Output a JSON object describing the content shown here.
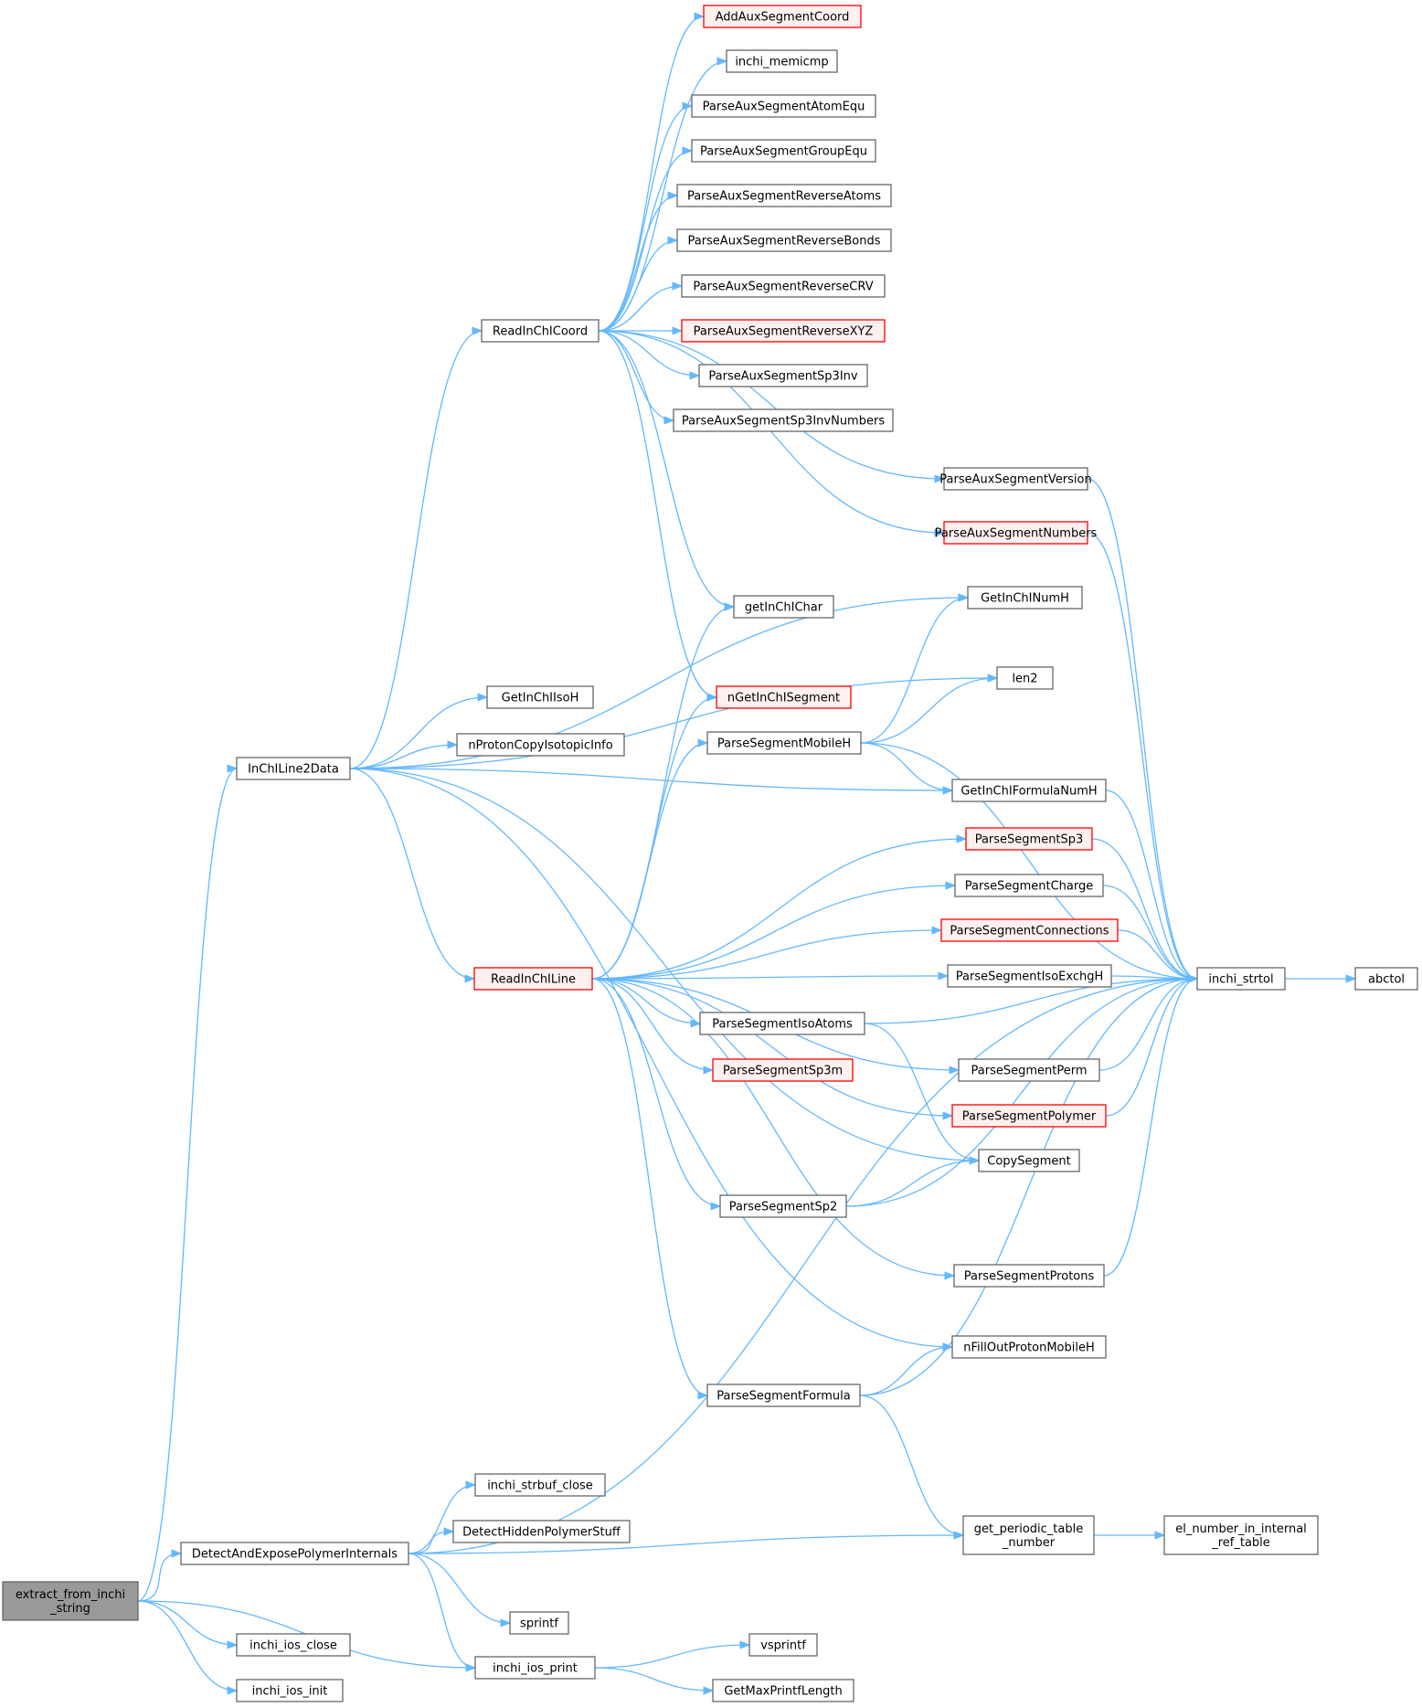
{
  "nodes": [
    {
      "id": "extract",
      "lines": [
        "extract_from_inchi",
        "_string"
      ],
      "style": "root"
    },
    {
      "id": "line2data",
      "lines": [
        "InChILine2Data"
      ],
      "style": "normal"
    },
    {
      "id": "detect",
      "lines": [
        "DetectAndExposePolymerInternals"
      ],
      "style": "normal"
    },
    {
      "id": "ios_close",
      "lines": [
        "inchi_ios_close"
      ],
      "style": "normal"
    },
    {
      "id": "ios_init",
      "lines": [
        "inchi_ios_init"
      ],
      "style": "normal"
    },
    {
      "id": "ios_print",
      "lines": [
        "inchi_ios_print"
      ],
      "style": "normal"
    },
    {
      "id": "readcoord",
      "lines": [
        "ReadInChICoord"
      ],
      "style": "normal"
    },
    {
      "id": "readline",
      "lines": [
        "ReadInChILine"
      ],
      "style": "red"
    },
    {
      "id": "isoh",
      "lines": [
        "GetInChIIsoH"
      ],
      "style": "normal"
    },
    {
      "id": "nproton",
      "lines": [
        "nProtonCopyIsotopicInfo"
      ],
      "style": "normal"
    },
    {
      "id": "strbuf_close",
      "lines": [
        "inchi_strbuf_close"
      ],
      "style": "normal"
    },
    {
      "id": "hidden",
      "lines": [
        "DetectHiddenPolymerStuff"
      ],
      "style": "normal"
    },
    {
      "id": "sprintf",
      "lines": [
        "sprintf"
      ],
      "style": "normal"
    },
    {
      "id": "addaux",
      "lines": [
        "AddAuxSegmentCoord"
      ],
      "style": "red"
    },
    {
      "id": "memicmp",
      "lines": [
        "inchi_memicmp"
      ],
      "style": "normal"
    },
    {
      "id": "atomequ",
      "lines": [
        "ParseAuxSegmentAtomEqu"
      ],
      "style": "normal"
    },
    {
      "id": "groupequ",
      "lines": [
        "ParseAuxSegmentGroupEqu"
      ],
      "style": "normal"
    },
    {
      "id": "revatoms",
      "lines": [
        "ParseAuxSegmentReverseAtoms"
      ],
      "style": "normal"
    },
    {
      "id": "revbonds",
      "lines": [
        "ParseAuxSegmentReverseBonds"
      ],
      "style": "normal"
    },
    {
      "id": "revcrv",
      "lines": [
        "ParseAuxSegmentReverseCRV"
      ],
      "style": "normal"
    },
    {
      "id": "revxyz",
      "lines": [
        "ParseAuxSegmentReverseXYZ"
      ],
      "style": "red"
    },
    {
      "id": "sp3inv",
      "lines": [
        "ParseAuxSegmentSp3Inv"
      ],
      "style": "normal"
    },
    {
      "id": "sp3invnum",
      "lines": [
        "ParseAuxSegmentSp3InvNumbers"
      ],
      "style": "normal"
    },
    {
      "id": "getchar",
      "lines": [
        "getInChIChar"
      ],
      "style": "normal"
    },
    {
      "id": "ngetseg",
      "lines": [
        "nGetInChISegment"
      ],
      "style": "red"
    },
    {
      "id": "mobileh",
      "lines": [
        "ParseSegmentMobileH"
      ],
      "style": "normal"
    },
    {
      "id": "isoatoms",
      "lines": [
        "ParseSegmentIsoAtoms"
      ],
      "style": "normal"
    },
    {
      "id": "sp3m",
      "lines": [
        "ParseSegmentSp3m"
      ],
      "style": "red"
    },
    {
      "id": "sp2",
      "lines": [
        "ParseSegmentSp2"
      ],
      "style": "normal"
    },
    {
      "id": "formula",
      "lines": [
        "ParseSegmentFormula"
      ],
      "style": "normal"
    },
    {
      "id": "vsprintf",
      "lines": [
        "vsprintf"
      ],
      "style": "normal"
    },
    {
      "id": "maxprintf",
      "lines": [
        "GetMaxPrintfLength"
      ],
      "style": "normal"
    },
    {
      "id": "auxver",
      "lines": [
        "ParseAuxSegmentVersion"
      ],
      "style": "normal"
    },
    {
      "id": "auxnum",
      "lines": [
        "ParseAuxSegmentNumbers"
      ],
      "style": "red"
    },
    {
      "id": "numh",
      "lines": [
        "GetInChINumH"
      ],
      "style": "normal"
    },
    {
      "id": "len2",
      "lines": [
        "len2"
      ],
      "style": "normal"
    },
    {
      "id": "formnumh",
      "lines": [
        "GetInChIFormulaNumH"
      ],
      "style": "normal"
    },
    {
      "id": "sp3",
      "lines": [
        "ParseSegmentSp3"
      ],
      "style": "red"
    },
    {
      "id": "charge",
      "lines": [
        "ParseSegmentCharge"
      ],
      "style": "normal"
    },
    {
      "id": "conn",
      "lines": [
        "ParseSegmentConnections"
      ],
      "style": "red"
    },
    {
      "id": "isoexch",
      "lines": [
        "ParseSegmentIsoExchgH"
      ],
      "style": "normal"
    },
    {
      "id": "perm",
      "lines": [
        "ParseSegmentPerm"
      ],
      "style": "normal"
    },
    {
      "id": "polymer",
      "lines": [
        "ParseSegmentPolymer"
      ],
      "style": "red"
    },
    {
      "id": "copyseg",
      "lines": [
        "CopySegment"
      ],
      "style": "normal"
    },
    {
      "id": "protons",
      "lines": [
        "ParseSegmentProtons"
      ],
      "style": "normal"
    },
    {
      "id": "fillout",
      "lines": [
        "nFillOutProtonMobileH"
      ],
      "style": "normal"
    },
    {
      "id": "periodic",
      "lines": [
        "get_periodic_table",
        "_number"
      ],
      "style": "normal"
    },
    {
      "id": "strtol",
      "lines": [
        "inchi_strtol"
      ],
      "style": "normal"
    },
    {
      "id": "elnum",
      "lines": [
        "el_number_in_internal",
        "_ref_table"
      ],
      "style": "normal"
    },
    {
      "id": "abctol",
      "lines": [
        "abctol"
      ],
      "style": "normal"
    }
  ],
  "edges": [
    [
      "extract",
      "line2data"
    ],
    [
      "extract",
      "detect"
    ],
    [
      "extract",
      "ios_close"
    ],
    [
      "extract",
      "ios_init"
    ],
    [
      "extract",
      "ios_print"
    ],
    [
      "line2data",
      "readcoord"
    ],
    [
      "line2data",
      "readline"
    ],
    [
      "line2data",
      "isoh"
    ],
    [
      "line2data",
      "nproton"
    ],
    [
      "line2data",
      "numh"
    ],
    [
      "line2data",
      "len2"
    ],
    [
      "line2data",
      "formnumh"
    ],
    [
      "line2data",
      "copyseg"
    ],
    [
      "line2data",
      "fillout"
    ],
    [
      "detect",
      "strbuf_close"
    ],
    [
      "detect",
      "hidden"
    ],
    [
      "detect",
      "sprintf"
    ],
    [
      "detect",
      "ios_print"
    ],
    [
      "detect",
      "periodic"
    ],
    [
      "detect",
      "strtol"
    ],
    [
      "ios_print",
      "vsprintf"
    ],
    [
      "ios_print",
      "maxprintf"
    ],
    [
      "readcoord",
      "addaux"
    ],
    [
      "readcoord",
      "memicmp"
    ],
    [
      "readcoord",
      "atomequ"
    ],
    [
      "readcoord",
      "groupequ"
    ],
    [
      "readcoord",
      "revatoms"
    ],
    [
      "readcoord",
      "revbonds"
    ],
    [
      "readcoord",
      "revcrv"
    ],
    [
      "readcoord",
      "revxyz"
    ],
    [
      "readcoord",
      "sp3inv"
    ],
    [
      "readcoord",
      "sp3invnum"
    ],
    [
      "readcoord",
      "auxver"
    ],
    [
      "readcoord",
      "auxnum"
    ],
    [
      "readcoord",
      "getchar"
    ],
    [
      "readcoord",
      "ngetseg"
    ],
    [
      "readline",
      "getchar"
    ],
    [
      "readline",
      "ngetseg"
    ],
    [
      "readline",
      "mobileh"
    ],
    [
      "readline",
      "sp3"
    ],
    [
      "readline",
      "charge"
    ],
    [
      "readline",
      "conn"
    ],
    [
      "readline",
      "isoexch"
    ],
    [
      "readline",
      "isoatoms"
    ],
    [
      "readline",
      "sp3m"
    ],
    [
      "readline",
      "perm"
    ],
    [
      "readline",
      "polymer"
    ],
    [
      "readline",
      "sp2"
    ],
    [
      "readline",
      "protons"
    ],
    [
      "readline",
      "formula"
    ],
    [
      "auxver",
      "strtol"
    ],
    [
      "auxnum",
      "strtol"
    ],
    [
      "mobileh",
      "numh"
    ],
    [
      "mobileh",
      "len2"
    ],
    [
      "mobileh",
      "formnumh"
    ],
    [
      "mobileh",
      "strtol"
    ],
    [
      "formnumh",
      "strtol"
    ],
    [
      "sp3",
      "strtol"
    ],
    [
      "charge",
      "strtol"
    ],
    [
      "conn",
      "strtol"
    ],
    [
      "isoexch",
      "strtol"
    ],
    [
      "isoatoms",
      "strtol"
    ],
    [
      "isoatoms",
      "copyseg"
    ],
    [
      "perm",
      "strtol"
    ],
    [
      "polymer",
      "strtol"
    ],
    [
      "sp2",
      "copyseg"
    ],
    [
      "sp2",
      "strtol"
    ],
    [
      "protons",
      "strtol"
    ],
    [
      "formula",
      "fillout"
    ],
    [
      "formula",
      "strtol"
    ],
    [
      "formula",
      "periodic"
    ],
    [
      "periodic",
      "elnum"
    ],
    [
      "strtol",
      "abctol"
    ]
  ]
}
